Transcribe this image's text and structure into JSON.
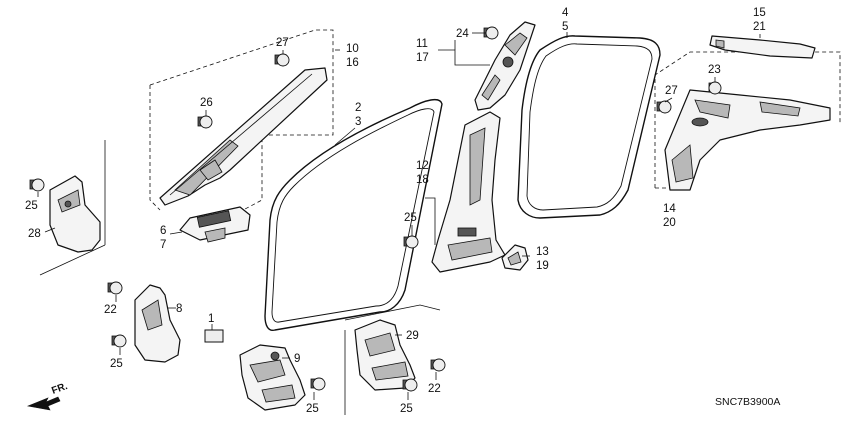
{
  "diagram": {
    "code": "SNC7B3900A",
    "front_label": "FR.",
    "callouts": {
      "p10_16": [
        "10",
        "16"
      ],
      "p27a": "27",
      "p26": "26",
      "p2_3": [
        "2",
        "3"
      ],
      "p4_5": [
        "4",
        "5"
      ],
      "p11_17": [
        "11",
        "17"
      ],
      "p24": "24",
      "p15_21": [
        "15",
        "21"
      ],
      "p23": "23",
      "p27b": "27",
      "p14_20": [
        "14",
        "20"
      ],
      "p12_18": [
        "12",
        "18"
      ],
      "p25a": "25",
      "p13_19": [
        "13",
        "19"
      ],
      "p25b": "25",
      "p28": "28",
      "p6_7": [
        "6",
        "7"
      ],
      "p22a": "22",
      "p8": "8",
      "p25c": "25",
      "p1": "1",
      "p9": "9",
      "p25d": "25",
      "p29": "29",
      "p22b": "22",
      "p25e": "25"
    }
  }
}
